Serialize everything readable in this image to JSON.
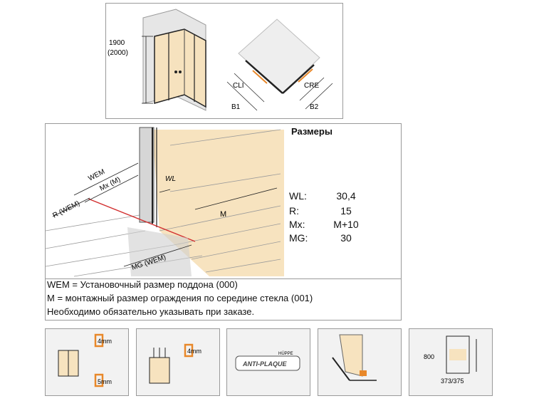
{
  "top_figure": {
    "height_label": "1900",
    "height_label_alt": "(2000)",
    "cl_label": "CLI",
    "cre_label": "CRE",
    "b1_label": "B1",
    "b2_label": "B2"
  },
  "detail": {
    "wem_label": "WEM",
    "mx_label": "Mx (M)",
    "r_label": "R (WEM)",
    "wl_label": "WL",
    "m_label": "M",
    "mg_label": "MG (WEM)"
  },
  "dimensions": {
    "title": "Размеры",
    "rows": [
      {
        "key": "WL:",
        "value": "30,4"
      },
      {
        "key": "R:",
        "value": "15"
      },
      {
        "key": "Mx:",
        "value": "M+10"
      },
      {
        "key": "MG:",
        "value": "30"
      }
    ]
  },
  "notes": [
    "WEM = Установочный размер поддона (000)",
    "M = монтажный размер ограждения по середине стекла (001)",
    "Необходимо обязательно указывать при заказе."
  ],
  "icons": {
    "i1_top": "4mm",
    "i1_bottom": "5mm",
    "i2_top": "4mm",
    "i3_brand": "HÜPPE",
    "i3_text": "ANTI-PLAQUE",
    "i5_side": "800",
    "i5_bottom": "373/375"
  },
  "colors": {
    "accent_orange": "#e8882a",
    "glass_tint": "#f7e3bf",
    "wall_red": "#d23030"
  }
}
